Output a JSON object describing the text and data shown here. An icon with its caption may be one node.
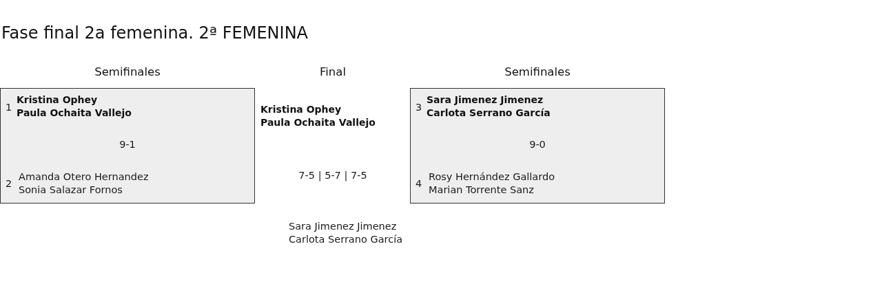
{
  "diagram": {
    "title": "Fase final 2a femenina. 2ª FEMENINA",
    "nodes": [
      {
        "text": [
          "1",
          "Kristina Ophey",
          "Paula Ochaita Vallejo",
          "9-1",
          "2",
          "Amanda Otero Hernandez",
          "Sonia Salazar Fornos"
        ]
      },
      {
        "text": [
          "3",
          "Sara Jimenez Jimenez",
          "Carlota Serrano García",
          "9-0",
          "4",
          "Rosy Hernández Gallardo",
          "Marian Torrente Sanz"
        ]
      }
    ],
    "labels": [
      "Semifinales",
      "Final",
      "Semifinales",
      "Kristina Ophey",
      "Paula Ochaita Vallejo",
      "7-5 | 5-7 | 7-5",
      "Sara Jimenez Jimenez",
      "Carlota Serrano García"
    ]
  }
}
